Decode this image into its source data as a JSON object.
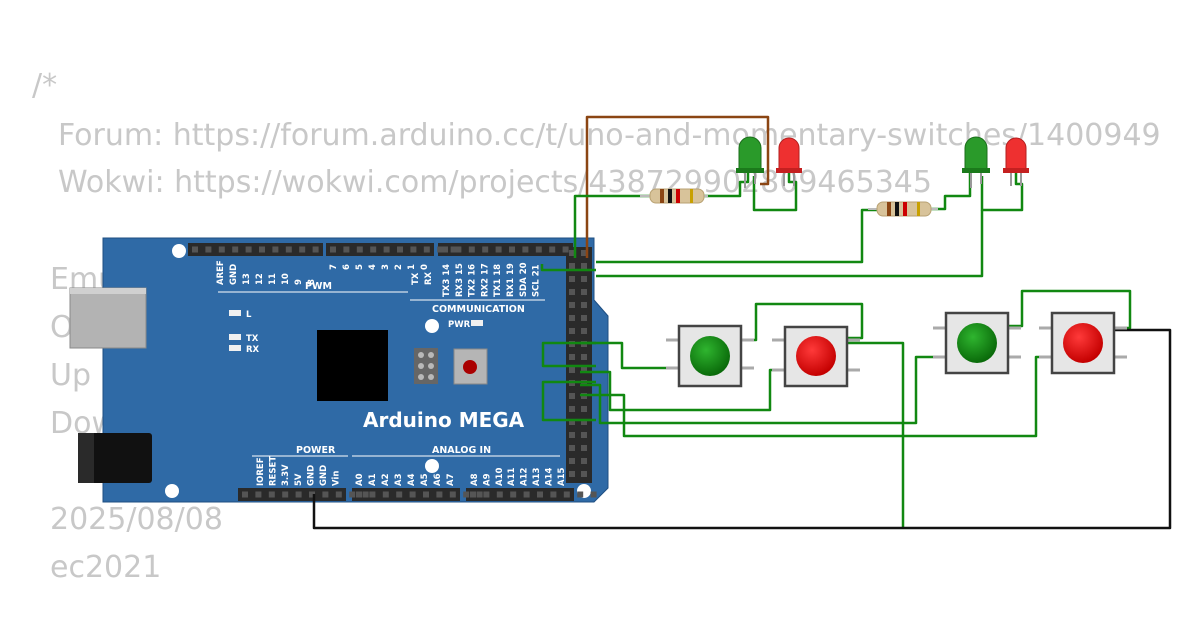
{
  "code_comment": {
    "open": "/*",
    "forum_line": "Forum: https://forum.arduino.cc/t/uno-and-momentary-switches/1400949",
    "wokwi_line": "Wokwi: https://wokwi.com/projects/438729902809465345",
    "line4": "Emu",
    "line5": "O",
    "line6": "Up",
    "line7": "Dow",
    "date": "2025/08/08",
    "author": "ec2021"
  },
  "board": {
    "name": "Arduino MEGA",
    "pwm_label": "PWM",
    "communication_label": "COMMUNICATION",
    "power_label": "POWER",
    "analog_label": "ANALOG IN",
    "pwr_led_label": "PWR",
    "led_l_label": "L",
    "led_tx_label": "TX",
    "led_rx_label": "RX",
    "top_pins_left": [
      "AREF",
      "GND",
      "13",
      "12",
      "11",
      "10",
      "9",
      "8"
    ],
    "top_pins_mid": [
      "7",
      "6",
      "5",
      "4",
      "3",
      "2",
      "1",
      "0"
    ],
    "top_pins_mid_sub": [
      "",
      "",
      "",
      "",
      "",
      "",
      "TX",
      "RX"
    ],
    "top_pins_right": [
      "TX3 14",
      "RX3 15",
      "TX2 16",
      "RX2 17",
      "TX1 18",
      "RX1 19",
      "SDA 20",
      "SCL 21"
    ],
    "power_pins": [
      "IOREF",
      "RESET",
      "3.3V",
      "5V",
      "GND",
      "GND",
      "Vin"
    ],
    "analog_pins_a": [
      "A0",
      "A1",
      "A2",
      "A3",
      "A4",
      "A5",
      "A6",
      "A7"
    ],
    "analog_pins_b": [
      "A8",
      "A9",
      "A10",
      "A11",
      "A12",
      "A13",
      "A14",
      "A15"
    ]
  },
  "components": {
    "leds": [
      {
        "color": "green"
      },
      {
        "color": "red"
      },
      {
        "color": "green"
      },
      {
        "color": "red"
      }
    ],
    "buttons": [
      {
        "color": "green"
      },
      {
        "color": "red"
      },
      {
        "color": "green"
      },
      {
        "color": "red"
      }
    ],
    "resistors": 2
  },
  "colors": {
    "board_blue": "#2f6aa6",
    "wire_green": "#118811",
    "wire_brown": "#8b4513",
    "wire_black": "#111111",
    "comment_gray": "#c8c8c8"
  }
}
